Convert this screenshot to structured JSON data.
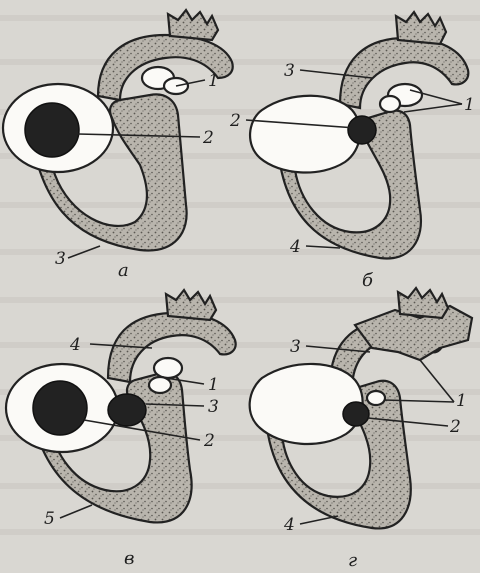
{
  "panels": [
    {
      "caption": "а",
      "labels": [
        "1",
        "2",
        "3"
      ]
    },
    {
      "caption": "б",
      "labels": [
        "3",
        "1",
        "2",
        "4"
      ]
    },
    {
      "caption": "в",
      "labels": [
        "4",
        "1",
        "3",
        "2",
        "5"
      ]
    },
    {
      "caption": "г",
      "labels": [
        "3",
        "1",
        "2",
        "4"
      ]
    }
  ],
  "colors": {
    "background": "#d9d7d2",
    "ink": "#222222",
    "defect_fill": "#222222",
    "stipple": "#8a8781"
  }
}
